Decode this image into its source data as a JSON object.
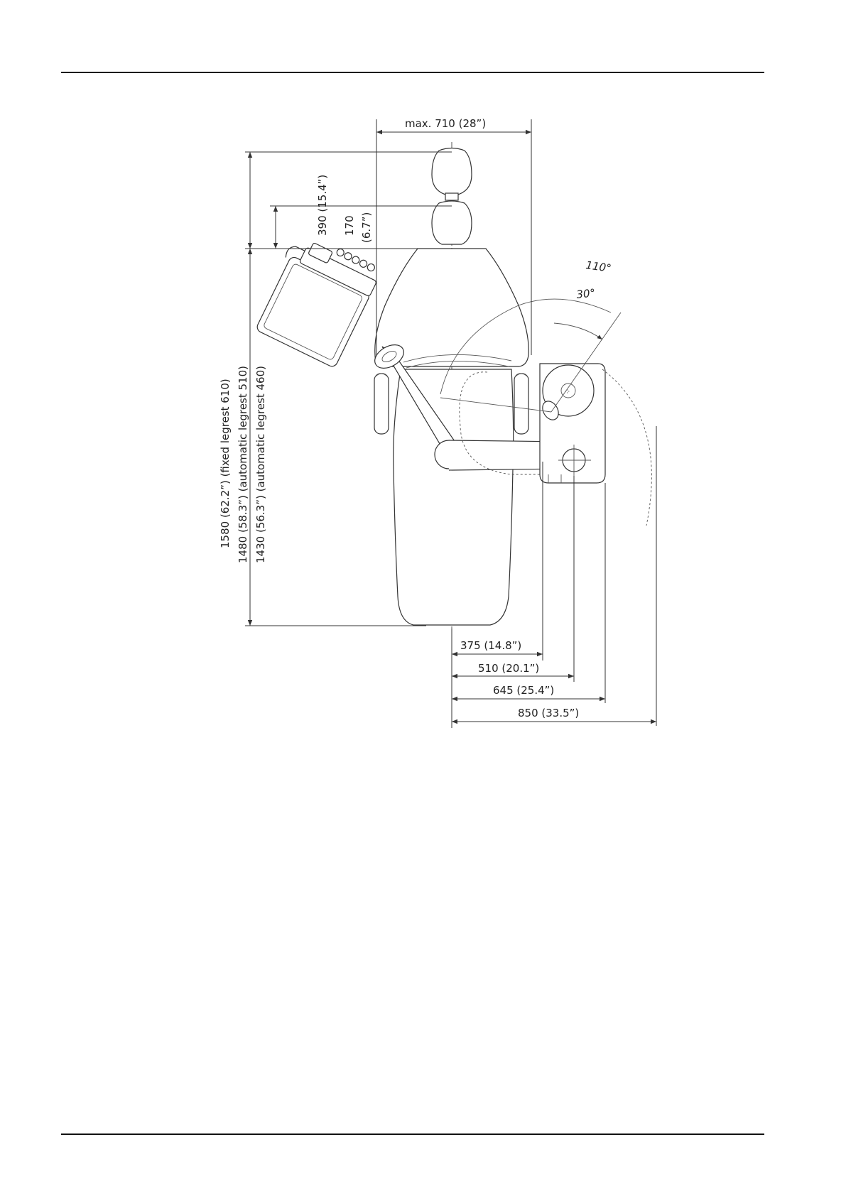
{
  "dimensions": {
    "width_max": "max. 710 (28”)",
    "headrest_travel": "390 (15.4”)",
    "headrest_offset_mm": "170",
    "headrest_offset_in": "(6.7”)",
    "length_fixed": "1580 (62.2”) (fixed legrest 610)",
    "length_auto_510": "1480 (58.3”) (automatic legrest 510)",
    "length_auto_460": "1430 (56.3”) (automatic legrest 460)",
    "offset_375": "375 (14.8”)",
    "offset_510": "510 (20.1”)",
    "offset_645": "645 (25.4”)",
    "offset_850": "850 (33.5”)",
    "angle_110": "110°",
    "angle_30": "30°"
  }
}
